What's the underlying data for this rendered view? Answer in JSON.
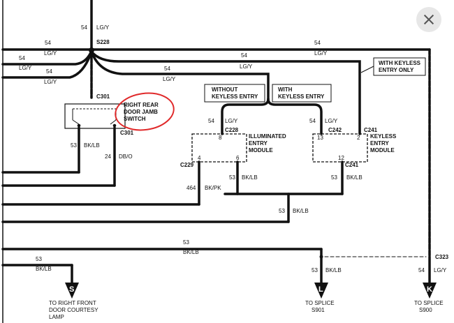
{
  "close_button": {
    "icon": "close-icon",
    "color": "#e7e7e7"
  },
  "wires": {
    "w54": "54",
    "lgy": "LG/Y",
    "w53": "53",
    "bklb": "BK/LB",
    "w24": "24",
    "dbo": "DB/O",
    "w464": "464",
    "bkpk": "BK/PK"
  },
  "splices": {
    "s228": "S228"
  },
  "connectors": {
    "c301": "C301",
    "c228": "C228",
    "c229": "C229",
    "c241": "C241",
    "c242": "C242",
    "c323": "C323"
  },
  "pins": {
    "p8": "8",
    "p4": "4",
    "p6": "6",
    "p13": "13",
    "p2": "2",
    "p12": "12"
  },
  "components": {
    "switch": [
      "RIGHT REAR",
      "DOOR JAMB",
      "SWITCH"
    ],
    "iem": [
      "ILLUMINATED",
      "ENTRY",
      "MODULE"
    ],
    "kem": [
      "KEYLESS",
      "ENTRY",
      "MODULE"
    ]
  },
  "notes": {
    "without": [
      "WITHOUT",
      "KEYLESS ENTRY"
    ],
    "with": [
      "WITH",
      "KEYLESS ENTRY"
    ],
    "with_only": [
      "WITH KEYLESS",
      "ENTRY ONLY"
    ]
  },
  "terminals": {
    "s": {
      "letter": "S",
      "label": [
        "TO RIGHT FRONT",
        "DOOR COURTESY",
        "LAMP"
      ]
    },
    "l": {
      "letter": "L",
      "label": [
        "TO SPLICE",
        "S901"
      ]
    },
    "k": {
      "letter": "K",
      "label": [
        "TO SPLICE",
        "S900"
      ]
    }
  },
  "colors": {
    "line": "#111111",
    "highlight": "#e0292a",
    "background": "#ffffff"
  }
}
